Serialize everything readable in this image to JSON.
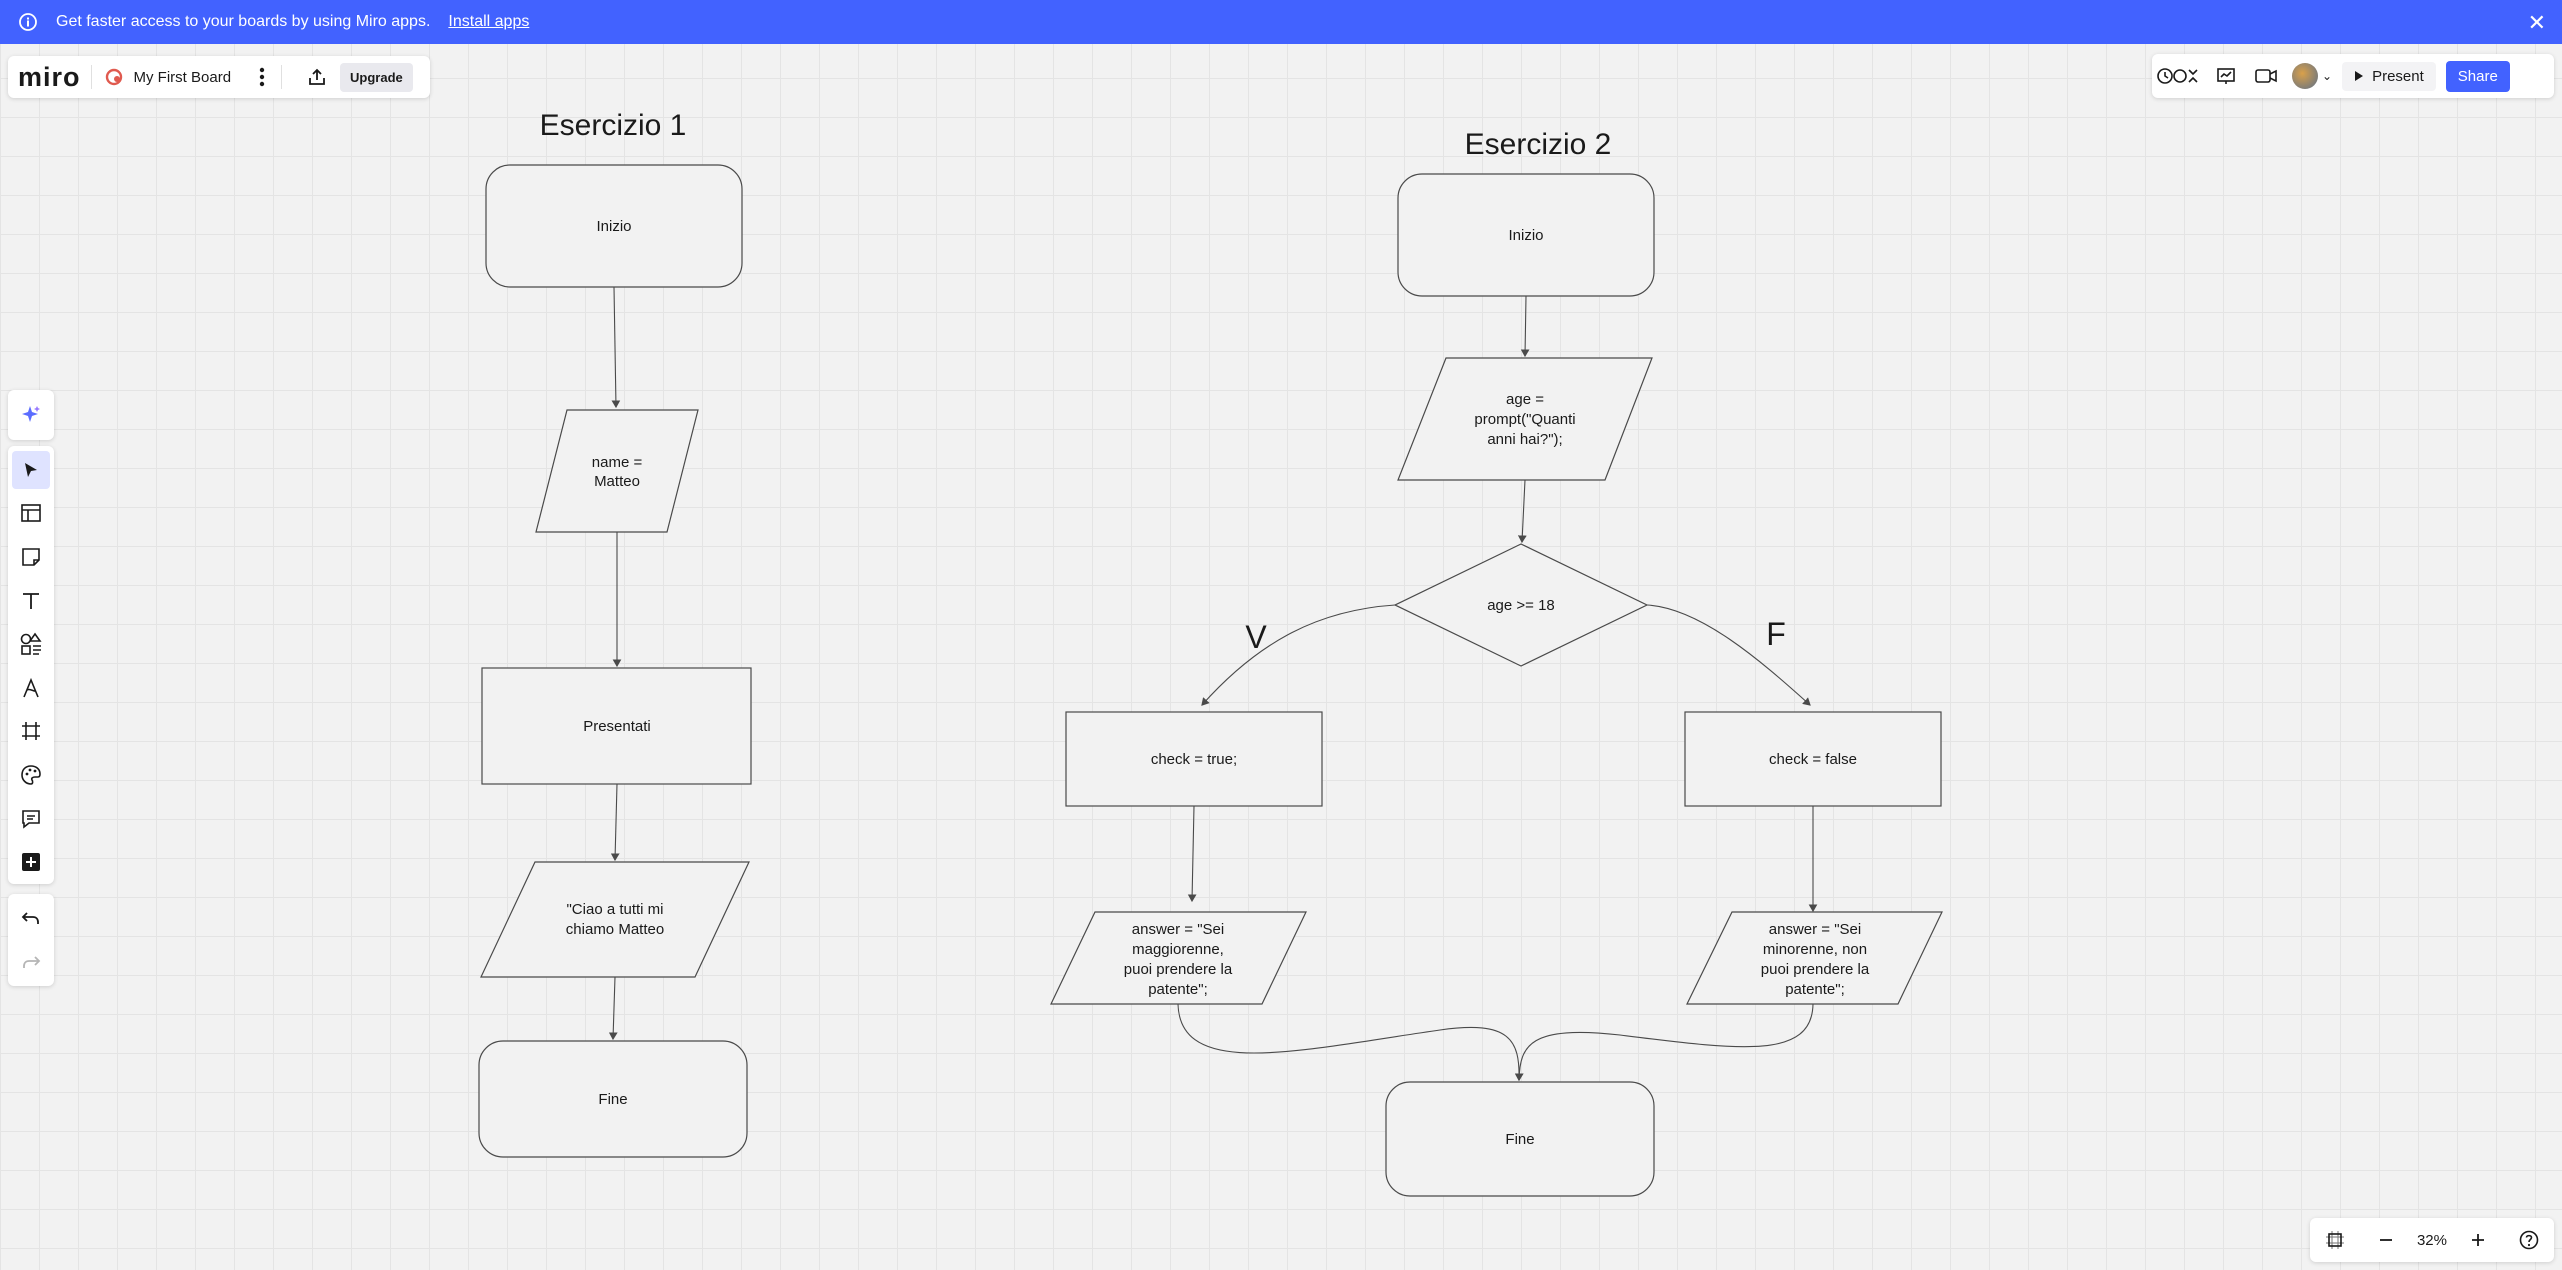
{
  "banner": {
    "message": "Get faster access to your boards by using Miro apps.",
    "install_label": "Install apps"
  },
  "app": {
    "logo": "miro",
    "board_name": "My First Board",
    "upgrade_label": "Upgrade"
  },
  "header_right": {
    "present_label": "Present",
    "share_label": "Share"
  },
  "zoom": {
    "level": "32%"
  },
  "board": {
    "ex1": {
      "title": "Esercizio 1",
      "start": "Inizio",
      "input": [
        "name =",
        "Matteo"
      ],
      "process": "Presentati",
      "output": [
        "\"Ciao a tutti mi",
        "chiamo Matteo"
      ],
      "end": "Fine"
    },
    "ex2": {
      "title": "Esercizio 2",
      "start": "Inizio",
      "input": [
        "age =",
        "prompt(\"Quanti",
        "anni hai?\");"
      ],
      "decision": "age >= 18",
      "true_label": "V",
      "false_label": "F",
      "true_process": "check = true;",
      "false_process": "check = false",
      "true_output": [
        "answer = \"Sei",
        "maggiorenne,",
        "puoi prendere la",
        "patente\";"
      ],
      "false_output": [
        "answer = \"Sei",
        "minorenne, non",
        "puoi prendere la",
        "patente\";"
      ],
      "end": "Fine"
    }
  }
}
